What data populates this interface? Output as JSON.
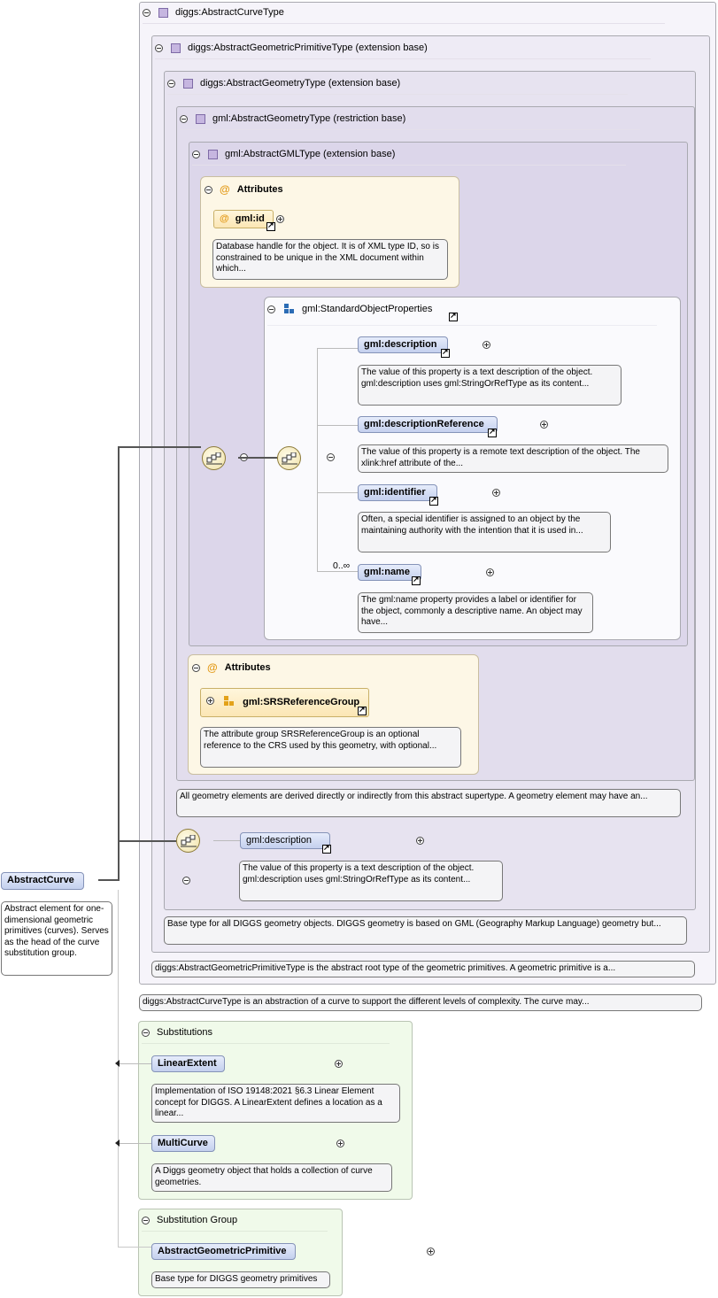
{
  "root_element": {
    "name": "AbstractCurve",
    "doc": "Abstract element for one-dimensional geometric primitives (curves). Serves as the head of the curve substitution group."
  },
  "types": {
    "t1": {
      "label": "diggs:AbstractCurveType",
      "doc": "diggs:AbstractCurveType is an abstraction of a curve to support the different levels of complexity. The curve may..."
    },
    "t2": {
      "label": "diggs:AbstractGeometricPrimitiveType (extension base)",
      "doc": "diggs:AbstractGeometricPrimitiveType is the abstract root type of the geometric primitives. A geometric primitive is a..."
    },
    "t3": {
      "label": "diggs:AbstractGeometryType (extension base)",
      "doc": "Base type for all DIGGS geometry objects. DIGGS geometry is based on GML (Geography Markup Language) geometry but..."
    },
    "t4": {
      "label": "gml:AbstractGeometryType (restriction base)",
      "doc": "All geometry elements are derived directly or indirectly from this abstract supertype. A geometry element may have an..."
    },
    "t5": {
      "label": "gml:AbstractGMLType (extension base)"
    }
  },
  "attributes_gml": {
    "title": "Attributes",
    "id_attr": "gml:id",
    "id_doc": "Database handle for the object. It is of XML type ID, so is constrained to be unique in the XML document within which..."
  },
  "std_props": {
    "label": "gml:StandardObjectProperties",
    "items": [
      {
        "name": "gml:description",
        "doc": "The value of this property is a text description of the object. gml:description uses gml:StringOrRefType as its content..."
      },
      {
        "name": "gml:descriptionReference",
        "doc": "The value of this property is a remote text description of the object. The xlink:href attribute of the..."
      },
      {
        "name": "gml:identifier",
        "doc": "Often, a special identifier is assigned to an object by the maintaining authority with the intention that it is used in..."
      },
      {
        "name": "gml:name",
        "doc": "The gml:name property provides a label or identifier for the object, commonly a descriptive name. An object may have...",
        "occurs": "0..∞"
      }
    ]
  },
  "attributes_geom": {
    "title": "Attributes",
    "group": "gml:SRSReferenceGroup",
    "doc": "The attribute group SRSReferenceGroup is an optional reference to the CRS used by this geometry, with optional..."
  },
  "diggs_description": {
    "name": "gml:description",
    "doc": "The value of this property is a text description of the object. gml:description uses gml:StringOrRefType as its content..."
  },
  "substitutions": {
    "title": "Substitutions",
    "items": [
      {
        "name": "LinearExtent",
        "doc": "Implementation of ISO 19148:2021 §6.3 Linear Element concept for DIGGS. A LinearExtent defines a location as a linear..."
      },
      {
        "name": "MultiCurve",
        "doc": "A Diggs geometry object that holds a collection of curve geometries."
      }
    ]
  },
  "substitution_group": {
    "title": "Substitution Group",
    "name": "AbstractGeometricPrimitive",
    "doc": "Base type for DIGGS geometry primitives"
  }
}
